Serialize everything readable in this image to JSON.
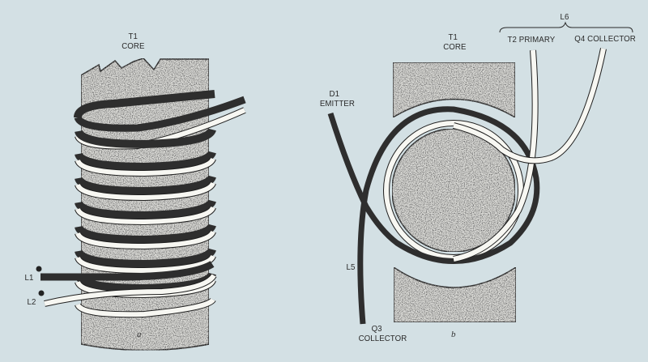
{
  "figure": {
    "colors": {
      "background": "#d3e0e4",
      "core_fill": "#d9d9d6",
      "core_speckle": "#2b2b2b",
      "dark_wire": "#2e2e2e",
      "light_wire": "#f7f7f2",
      "outline": "#1f1f1f",
      "text": "#2a2a2a"
    },
    "panel_a": {
      "caption": "a",
      "core_label_line1": "T1",
      "core_label_line2": "CORE",
      "wire_1_label": "L1",
      "wire_2_label": "L2",
      "turns": 9
    },
    "panel_b": {
      "caption": "b",
      "core_label_line1": "T1",
      "core_label_line2": "CORE",
      "d1_line1": "D1",
      "d1_line2": "EMITTER",
      "l5_label": "L5",
      "q3_line1": "Q3",
      "q3_line2": "COLLECTOR",
      "l6_label": "L6",
      "t2_label": "T2  PRIMARY",
      "q4_label": "Q4 COLLECTOR"
    }
  }
}
